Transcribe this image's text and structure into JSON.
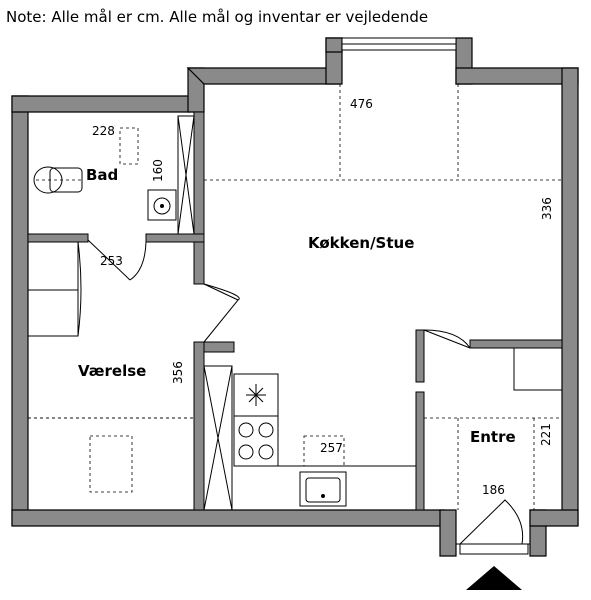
{
  "note": "Note: Alle mål er cm. Alle mål og inventar er vejledende",
  "rooms": {
    "bad": {
      "label": "Bad",
      "dims": [
        "228",
        "160"
      ]
    },
    "kokken_stue": {
      "label": "Køkken/Stue",
      "dims": [
        "476",
        "336"
      ]
    },
    "vaerelse": {
      "label": "Værelse",
      "dims": [
        "253",
        "356"
      ]
    },
    "entre": {
      "label": "Entre",
      "dims": [
        "186",
        "221"
      ]
    },
    "kitchen": {
      "dims": [
        "257"
      ]
    }
  },
  "colors": {
    "wall": "#8a8a8a",
    "outline": "#000000",
    "background": "#ffffff"
  },
  "icons": {
    "entrance": "entrance-arrow-icon"
  }
}
